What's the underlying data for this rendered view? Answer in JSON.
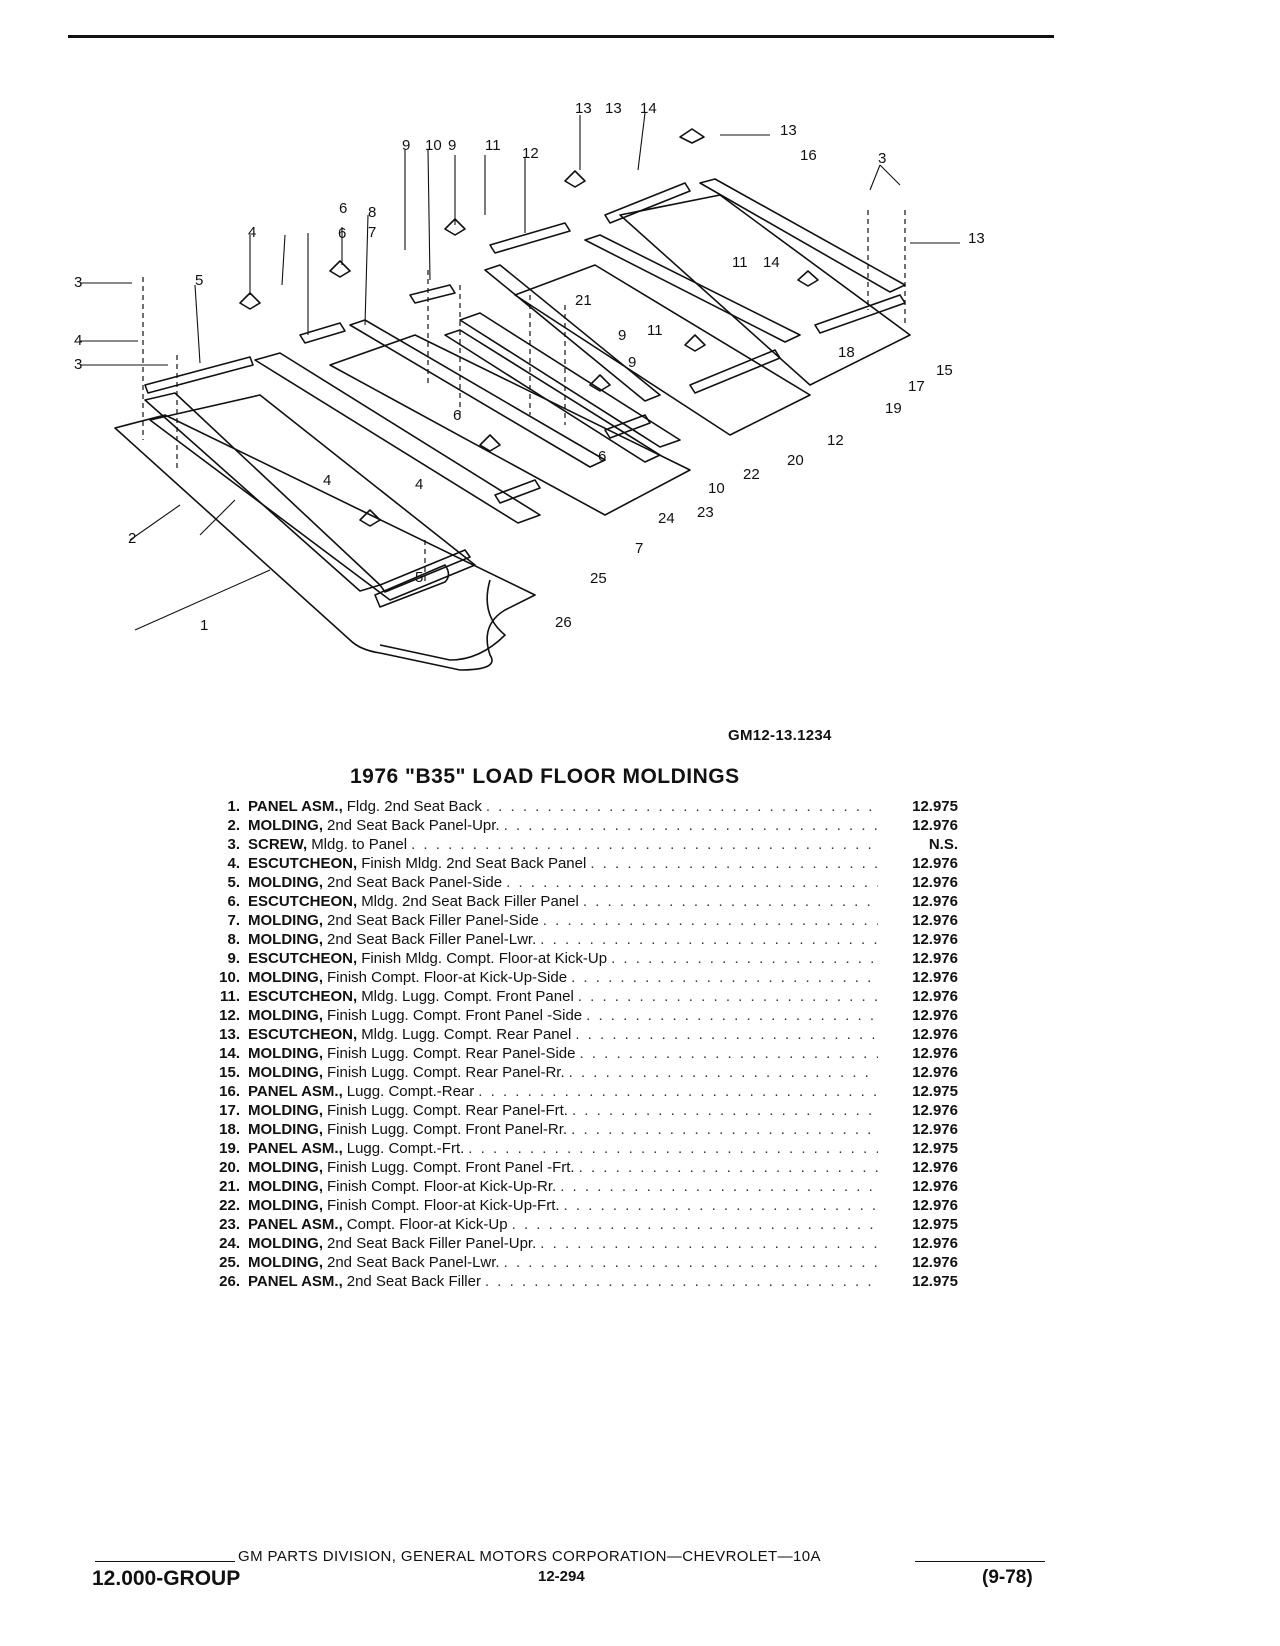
{
  "figure": {
    "code": "GM12-13.1234",
    "callouts": [
      "1",
      "2",
      "3",
      "3",
      "3",
      "4",
      "4",
      "4",
      "4",
      "5",
      "5",
      "6",
      "6",
      "6",
      "6",
      "7",
      "7",
      "8",
      "9",
      "9",
      "9",
      "9",
      "10",
      "10",
      "11",
      "11",
      "11",
      "12",
      "12",
      "13",
      "13",
      "13",
      "13",
      "14",
      "14",
      "15",
      "16",
      "17",
      "18",
      "19",
      "20",
      "21",
      "22",
      "23",
      "24",
      "25",
      "26"
    ]
  },
  "title": "1976 \"B35\" LOAD FLOOR MOLDINGS",
  "parts": [
    {
      "num": "1.",
      "name": "PANEL ASM.,",
      "desc": "Fldg. 2nd Seat Back",
      "group": "12.975"
    },
    {
      "num": "2.",
      "name": "MOLDING,",
      "desc": "2nd Seat Back Panel-Upr.",
      "group": "12.976"
    },
    {
      "num": "3.",
      "name": "SCREW,",
      "desc": "Mldg. to Panel",
      "group": "N.S."
    },
    {
      "num": "4.",
      "name": "ESCUTCHEON,",
      "desc": "Finish Mldg. 2nd Seat Back Panel",
      "group": "12.976"
    },
    {
      "num": "5.",
      "name": "MOLDING,",
      "desc": "2nd Seat Back Panel-Side",
      "group": "12.976"
    },
    {
      "num": "6.",
      "name": "ESCUTCHEON,",
      "desc": "Mldg. 2nd Seat Back Filler Panel",
      "group": "12.976"
    },
    {
      "num": "7.",
      "name": "MOLDING,",
      "desc": "2nd Seat Back Filler Panel-Side",
      "group": "12.976"
    },
    {
      "num": "8.",
      "name": "MOLDING,",
      "desc": "2nd Seat Back Filler Panel-Lwr.",
      "group": "12.976"
    },
    {
      "num": "9.",
      "name": "ESCUTCHEON,",
      "desc": "Finish Mldg. Compt. Floor-at Kick-Up",
      "group": "12.976"
    },
    {
      "num": "10.",
      "name": "MOLDING,",
      "desc": "Finish Compt. Floor-at Kick-Up-Side",
      "group": "12.976"
    },
    {
      "num": "11.",
      "name": "ESCUTCHEON,",
      "desc": "Mldg. Lugg. Compt. Front Panel",
      "group": "12.976"
    },
    {
      "num": "12.",
      "name": "MOLDING,",
      "desc": "Finish Lugg. Compt. Front Panel -Side",
      "group": "12.976"
    },
    {
      "num": "13.",
      "name": "ESCUTCHEON,",
      "desc": "Mldg. Lugg. Compt. Rear Panel",
      "group": "12.976"
    },
    {
      "num": "14.",
      "name": "MOLDING,",
      "desc": "Finish Lugg. Compt. Rear Panel-Side",
      "group": "12.976"
    },
    {
      "num": "15.",
      "name": "MOLDING,",
      "desc": "Finish Lugg. Compt. Rear Panel-Rr.",
      "group": "12.976"
    },
    {
      "num": "16.",
      "name": "PANEL ASM.,",
      "desc": "Lugg. Compt.-Rear",
      "group": "12.975"
    },
    {
      "num": "17.",
      "name": "MOLDING,",
      "desc": "Finish Lugg. Compt. Rear Panel-Frt.",
      "group": "12.976"
    },
    {
      "num": "18.",
      "name": "MOLDING,",
      "desc": "Finish Lugg. Compt. Front Panel-Rr.",
      "group": "12.976"
    },
    {
      "num": "19.",
      "name": "PANEL ASM.,",
      "desc": "Lugg. Compt.-Frt.",
      "group": "12.975"
    },
    {
      "num": "20.",
      "name": "MOLDING,",
      "desc": "Finish Lugg. Compt. Front Panel -Frt.",
      "group": "12.976"
    },
    {
      "num": "21.",
      "name": "MOLDING,",
      "desc": "Finish Compt. Floor-at Kick-Up-Rr.",
      "group": "12.976"
    },
    {
      "num": "22.",
      "name": "MOLDING,",
      "desc": "Finish Compt. Floor-at Kick-Up-Frt.",
      "group": "12.976"
    },
    {
      "num": "23.",
      "name": "PANEL ASM.,",
      "desc": "Compt. Floor-at Kick-Up",
      "group": "12.975"
    },
    {
      "num": "24.",
      "name": "MOLDING,",
      "desc": "2nd Seat Back Filler Panel-Upr.",
      "group": "12.976"
    },
    {
      "num": "25.",
      "name": "MOLDING,",
      "desc": "2nd Seat Back Panel-Lwr.",
      "group": "12.976"
    },
    {
      "num": "26.",
      "name": "PANEL ASM.,",
      "desc": "2nd Seat Back Filler",
      "group": "12.975"
    }
  ],
  "footer": {
    "text": "GM PARTS DIVISION, GENERAL MOTORS CORPORATION—CHEVROLET—10A",
    "group_label": "12.000-GROUP",
    "page": "12-294",
    "revision": "(9-78)"
  }
}
